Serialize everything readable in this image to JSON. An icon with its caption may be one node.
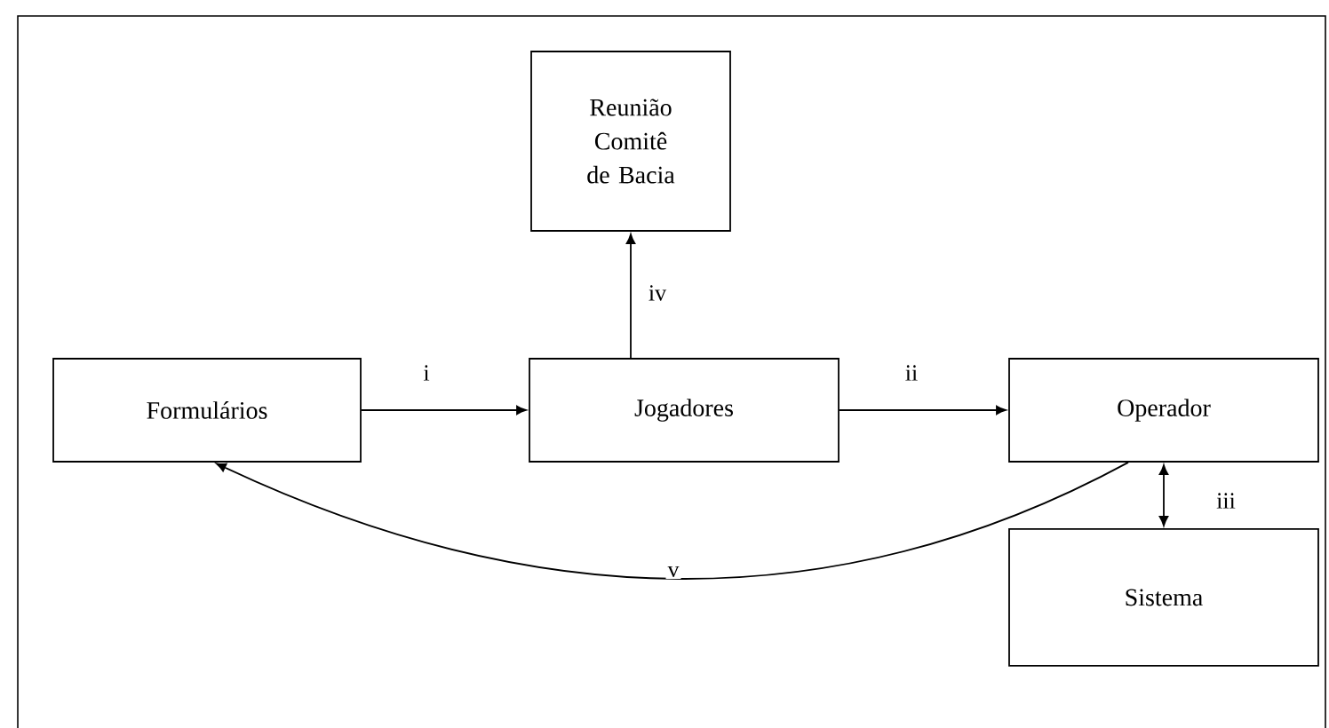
{
  "diagram": {
    "nodes": [
      {
        "text": [
          "Reunião Comitê de Bacia"
        ]
      },
      {
        "text": [
          "Formulários"
        ]
      },
      {
        "text": [
          "Jogadores"
        ]
      },
      {
        "text": [
          "Operador"
        ]
      },
      {
        "text": [
          "Sistema"
        ]
      }
    ],
    "edges": [
      {
        "from": 1,
        "to": 2,
        "arrow": "to",
        "label": "i"
      },
      {
        "from": 2,
        "to": 3,
        "arrow": "to",
        "label": "ii"
      },
      {
        "from": 3,
        "to": 4,
        "arrow": "both",
        "label": "iii"
      },
      {
        "from": 2,
        "to": 0,
        "arrow": "to",
        "label": "iv"
      },
      {
        "from": 3,
        "to": 1,
        "arrow": "to",
        "label": "v"
      }
    ]
  }
}
